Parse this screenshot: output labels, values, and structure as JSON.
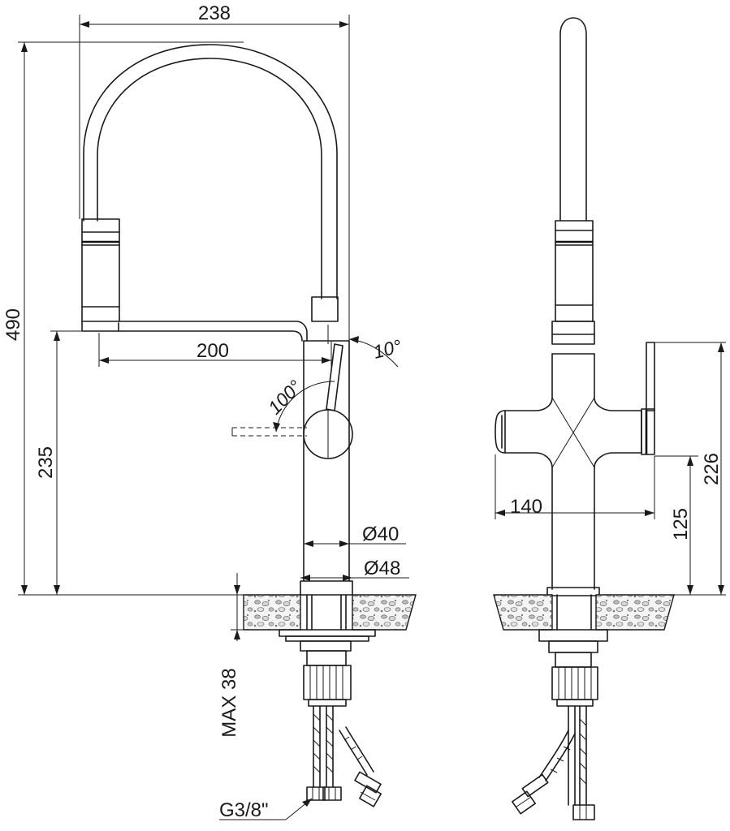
{
  "dimensions": {
    "width_overall": "238",
    "height_overall": "490",
    "spout_reach": "200",
    "spout_height": "235",
    "lever_tilt_angle": "10°",
    "lever_swing_angle": "100°",
    "body_diameter": "Ø40",
    "base_diameter": "Ø48",
    "max_countertop": "MAX 38",
    "thread_size": "G3/8\"",
    "side_reach": "140",
    "handle_height": "226",
    "side_spout_height": "125"
  }
}
